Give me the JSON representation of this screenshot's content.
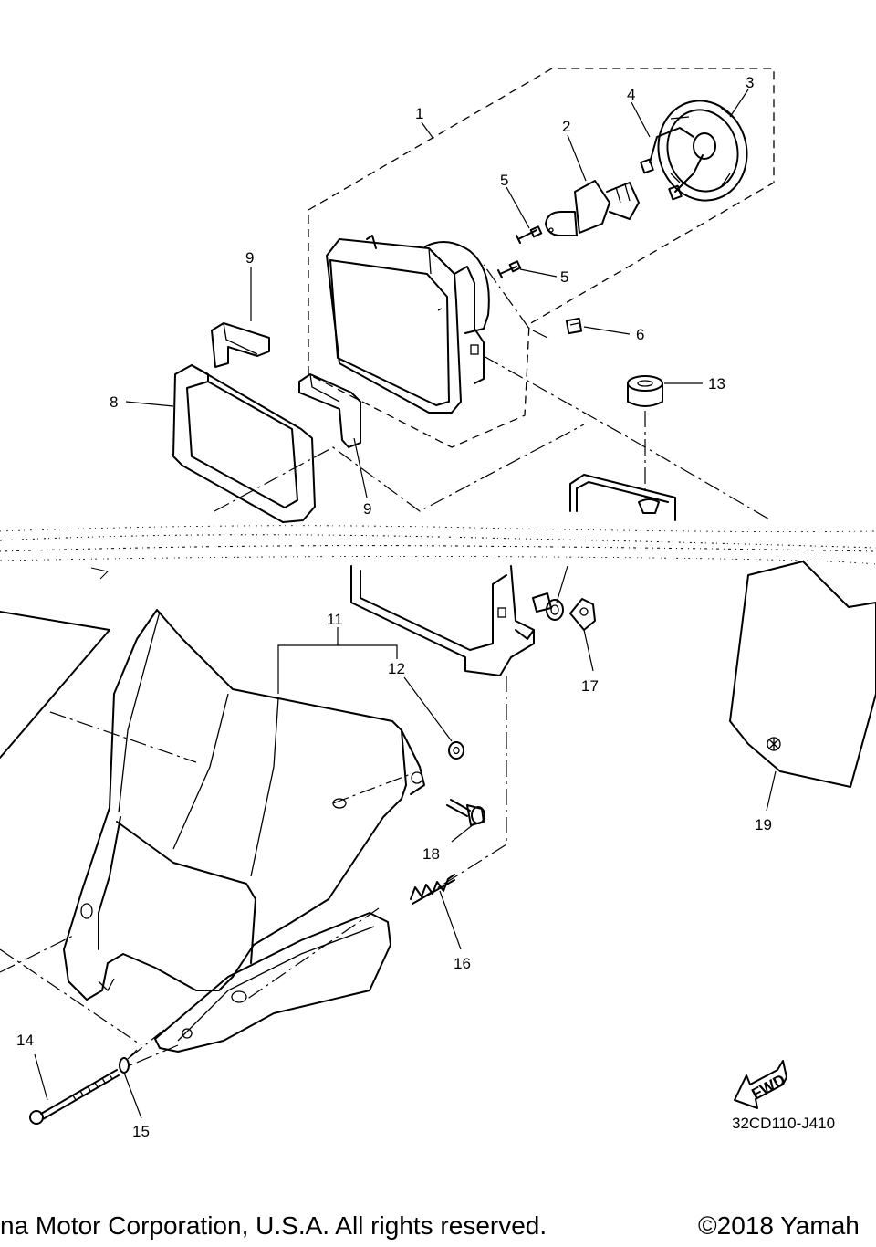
{
  "diagram": {
    "callouts": [
      {
        "id": "1",
        "text": "1"
      },
      {
        "id": "2",
        "text": "2"
      },
      {
        "id": "3",
        "text": "3"
      },
      {
        "id": "4",
        "text": "4"
      },
      {
        "id": "5a",
        "text": "5"
      },
      {
        "id": "5b",
        "text": "5"
      },
      {
        "id": "6",
        "text": "6"
      },
      {
        "id": "8",
        "text": "8"
      },
      {
        "id": "9a",
        "text": "9"
      },
      {
        "id": "9b",
        "text": "9"
      },
      {
        "id": "11",
        "text": "11"
      },
      {
        "id": "12",
        "text": "12"
      },
      {
        "id": "13",
        "text": "13"
      },
      {
        "id": "14",
        "text": "14"
      },
      {
        "id": "15",
        "text": "15"
      },
      {
        "id": "16",
        "text": "16"
      },
      {
        "id": "17",
        "text": "17"
      },
      {
        "id": "18",
        "text": "18"
      },
      {
        "id": "19",
        "text": "19"
      }
    ],
    "fwd_label": "FWD",
    "diagram_code": "32CD110-J410"
  },
  "footer": {
    "left_text": "na Motor Corporation, U.S.A. All rights reserved.",
    "right_text": "©2018 Yamah"
  }
}
